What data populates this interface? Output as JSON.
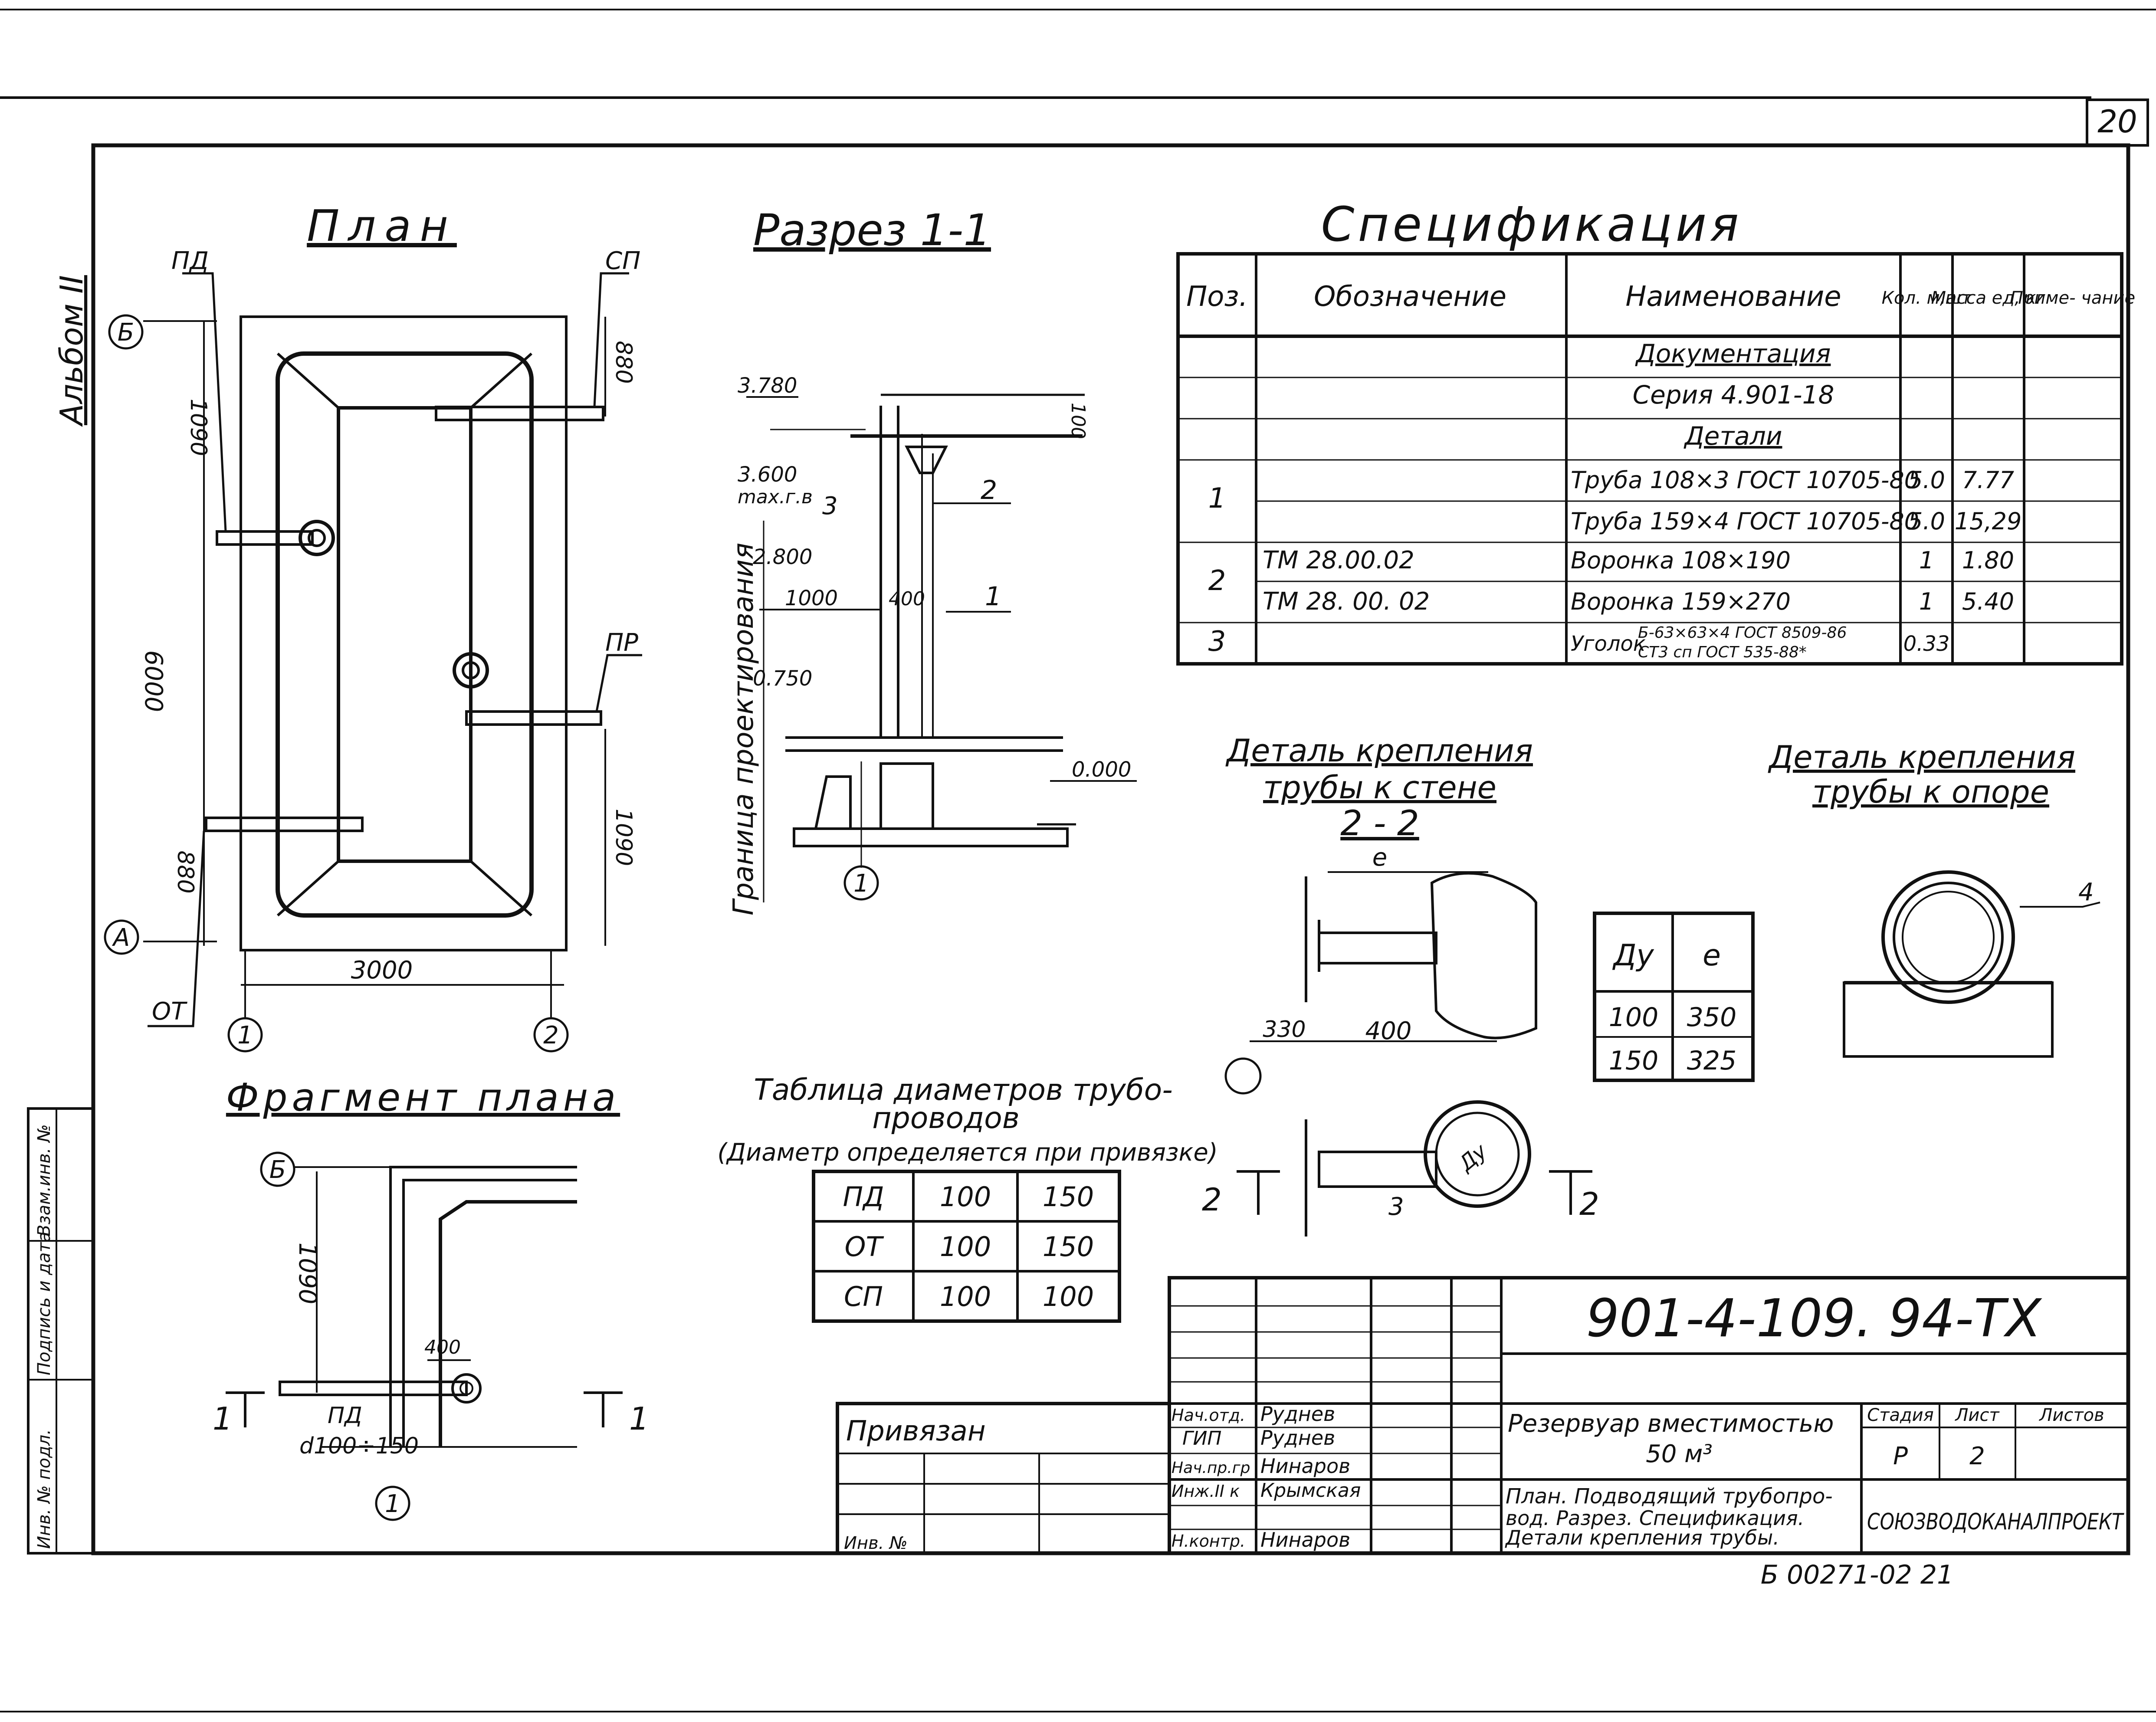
{
  "sheet_no": "20",
  "album": "Альбом II",
  "plan": {
    "title": "План",
    "lbl_pd": "ПД",
    "lbl_sp": "СП",
    "lbl_pr": "ПР",
    "lbl_ot": "ОТ",
    "axis_b": "Б",
    "axis_a": "А",
    "axis_1": "1",
    "axis_2": "2",
    "dim_1090_top": "1090",
    "dim_880_top": "880",
    "dim_6000": "6000",
    "dim_880_bot": "880",
    "dim_1090_bot": "1090",
    "dim_3000": "3000"
  },
  "section": {
    "title": "Разрез 1-1",
    "elev_3780": "3.780",
    "elev_3600": "3.600",
    "elev_max": "max.г.в",
    "elev_2800": "2.800",
    "elev_0750": "0.750",
    "elev_0000": "0.000",
    "dim_1000": "1000",
    "dim_400": "400",
    "dim_100": "100",
    "boundary": "Граница проектирования",
    "pos_1": "1",
    "pos_2": "2",
    "pos_3": "3",
    "axis_1": "1"
  },
  "spec": {
    "title": "Спецификация",
    "headers": [
      "Поз.",
      "Обозначение",
      "Наименование",
      "Кол. м,шт",
      "Масса ед, кг",
      "Приме- чание"
    ],
    "group_doc": "Документация",
    "series": "Серия 4.901-18",
    "group_details": "Детали",
    "rows": [
      {
        "pos": "1",
        "code": "",
        "name": "Труба 108×3 ГОСТ 10705-80",
        "qty": "5.0",
        "mass": "7.77",
        "note": ""
      },
      {
        "pos": "",
        "code": "",
        "name": "Труба 159×4 ГОСТ 10705-80",
        "qty": "5.0",
        "mass": "15,29",
        "note": ""
      },
      {
        "pos": "2",
        "code": "ТМ 28.00.02",
        "name": "Воронка 108×190",
        "qty": "1",
        "mass": "1.80",
        "note": ""
      },
      {
        "pos": "",
        "code": "ТМ 28. 00. 02",
        "name": "Воронка 159×270",
        "qty": "1",
        "mass": "5.40",
        "note": ""
      },
      {
        "pos": "3",
        "code": "",
        "name": "Уголок",
        "name_top": "Б-63×63×4 ГОСТ 8509-86",
        "name_bot": "СТ3 сп ГОСТ 535-88*",
        "qty": "0.33",
        "mass": "",
        "note": ""
      }
    ]
  },
  "detail_wall": {
    "title1": "Деталь крепления",
    "title2": "трубы к стене",
    "title3": "2 - 2",
    "dim_e": "e",
    "dim_330": "330",
    "dim_400": "400",
    "cut_2": "2",
    "pos_3": "3",
    "lbl_du": "Ду"
  },
  "detail_support": {
    "title1": "Деталь крепления",
    "title2": "трубы к опоре",
    "pos_4": "4"
  },
  "du_table": {
    "headers": [
      "Ду",
      "e"
    ],
    "rows": [
      [
        "100",
        "350"
      ],
      [
        "150",
        "325"
      ]
    ]
  },
  "diam_table": {
    "title1": "Таблица диаметров трубо-",
    "title2": "проводов",
    "title3": "(Диаметр определяется при привязке)",
    "rows": [
      [
        "ПД",
        "100",
        "150"
      ],
      [
        "ОТ",
        "100",
        "150"
      ],
      [
        "СП",
        "100",
        "100"
      ]
    ]
  },
  "fragment": {
    "title": "Фрагмент плана",
    "axis_b": "Б",
    "axis_1": "1",
    "dim_1090": "1090",
    "dim_400": "400",
    "lbl_pd": "ПД",
    "lbl_d": "d100÷150",
    "cut_1": "1"
  },
  "title_block": {
    "code": "901-4-109. 94-ТХ",
    "bound": "Привязан",
    "inv": "Инв. №",
    "roles": [
      "Нач.отд.",
      "ГИП",
      "Нач.пр.гр",
      "Инж.II к",
      "Н.контр."
    ],
    "names": [
      "Руднев",
      "Руднев",
      "Нинаров",
      "Крымская",
      "Нинаров"
    ],
    "obj1": "Резервуар вместимостью",
    "obj2": "50 м³",
    "desc1": "План. Подводящий трубопро-",
    "desc2": "вод. Разрез. Спецификация.",
    "desc3": "Детали крепления трубы.",
    "stage_hdr": "Стадия",
    "sheet_hdr": "Лист",
    "sheets_hdr": "Листов",
    "stage": "Р",
    "sheet": "2",
    "org": "СОЮЗВОДОКАНАЛПРОЕКТ",
    "stamp": "Инв. № подл.",
    "stamp2": "Подпись и дата",
    "stamp3": "Взам.инв. №",
    "footer": "Б 00271-02 21"
  }
}
